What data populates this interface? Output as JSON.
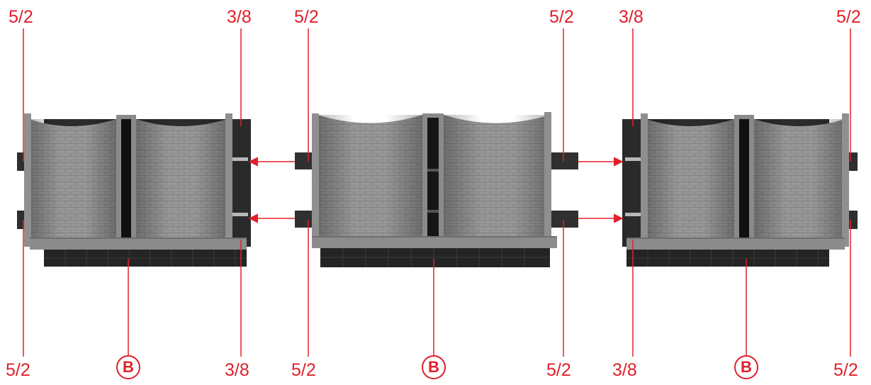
{
  "colors": {
    "label": "#e0202a",
    "leader": "#e0202a",
    "stone": "#9a9a9a",
    "stone_dark": "#6e6e6e",
    "shadow": "#2c2c2c",
    "base": "#242424",
    "background": "#ffffff"
  },
  "labels": {
    "tl1": "5/2",
    "tl2": "3/8",
    "tl3": "5/2",
    "tl4": "5/2",
    "tl5": "3/8",
    "tl6": "5/2",
    "bl1": "5/2",
    "bl2": "3/8",
    "bl3": "5/2",
    "bl4": "5/2",
    "bl5": "3/8",
    "bl6": "5/2"
  },
  "callouts": {
    "c1": "B",
    "c2": "B",
    "c3": "B"
  },
  "parts": [
    "left-wall-segment",
    "center-wall-segment",
    "right-wall-segment"
  ]
}
